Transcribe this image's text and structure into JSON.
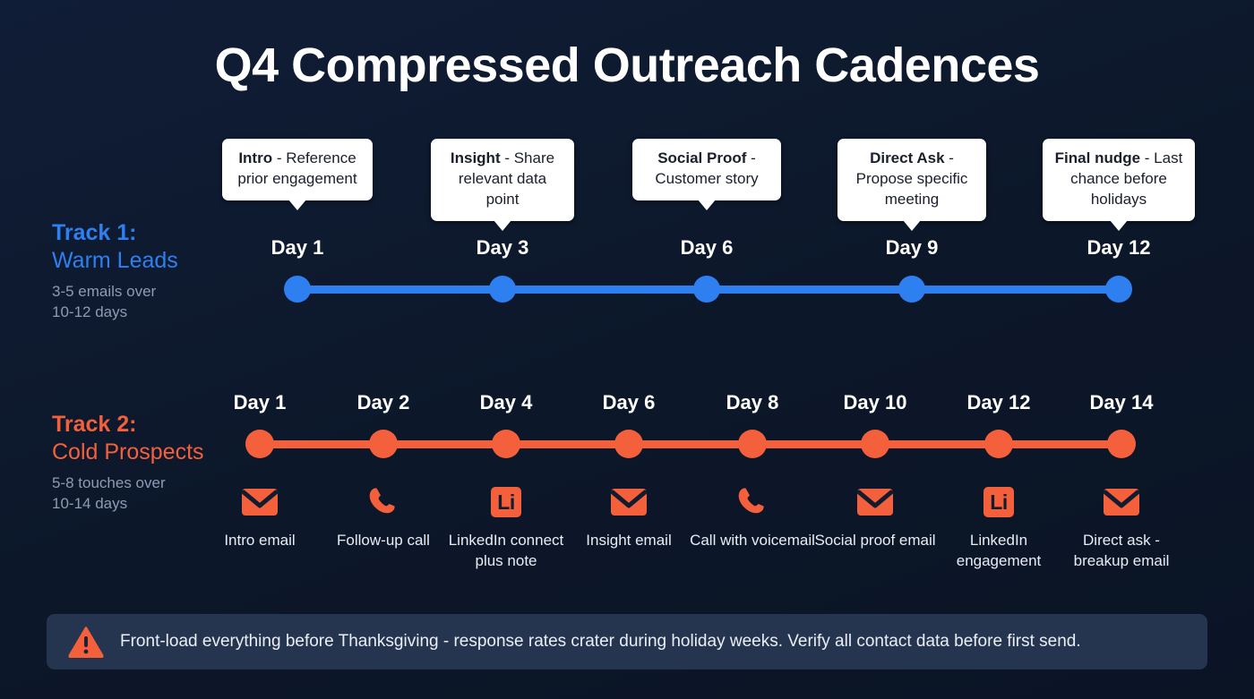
{
  "title": "Q4 Compressed Outreach Cadences",
  "colors": {
    "background": "#0d1a30",
    "track1": "#2e7ff0",
    "track2": "#f4603c",
    "callout_bg": "#ffffff",
    "meta_text": "#8e9bb3",
    "warning_bg": "#26354f"
  },
  "track1": {
    "name": "Track 1:",
    "subtitle": "Warm Leads",
    "meta": "3-5 emails over\n10-12 days",
    "steps": [
      {
        "day": "Day 1",
        "callout_lead": "Intro",
        "callout_rest": "- Reference prior engagement"
      },
      {
        "day": "Day 3",
        "callout_lead": "Insight",
        "callout_rest": "- Share relevant data point"
      },
      {
        "day": "Day 6",
        "callout_lead": "Social Proof",
        "callout_rest": "- Customer story"
      },
      {
        "day": "Day 9",
        "callout_lead": "Direct Ask",
        "callout_rest": "- Propose specific meeting"
      },
      {
        "day": "Day 12",
        "callout_lead": "Final nudge",
        "callout_rest": "- Last chance before holidays"
      }
    ]
  },
  "track2": {
    "name": "Track 2:",
    "subtitle": "Cold Prospects",
    "meta": "5-8 touches over\n10-14 days",
    "steps": [
      {
        "day": "Day 1",
        "icon": "email-icon",
        "caption": "Intro email"
      },
      {
        "day": "Day 2",
        "icon": "phone-icon",
        "caption": "Follow-up call"
      },
      {
        "day": "Day 4",
        "icon": "linkedin-icon",
        "caption": "LinkedIn connect plus note"
      },
      {
        "day": "Day 6",
        "icon": "email-icon",
        "caption": "Insight email"
      },
      {
        "day": "Day 8",
        "icon": "phone-icon",
        "caption": "Call with voicemail"
      },
      {
        "day": "Day 10",
        "icon": "email-icon",
        "caption": "Social proof email"
      },
      {
        "day": "Day 12",
        "icon": "linkedin-icon",
        "caption": "LinkedIn engagement"
      },
      {
        "day": "Day 14",
        "icon": "email-icon",
        "caption": "Direct ask - breakup email"
      }
    ],
    "linkedin_badge_text": "Li"
  },
  "warning": {
    "icon": "warning-triangle-icon",
    "text": "Front-load everything before Thanksgiving - response rates crater during holiday weeks. Verify all contact data before first send."
  }
}
